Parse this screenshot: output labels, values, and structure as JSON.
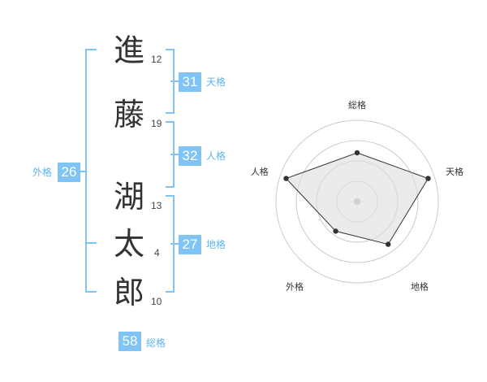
{
  "name": {
    "chars": [
      {
        "char": "進",
        "strokes": "12"
      },
      {
        "char": "藤",
        "strokes": "19"
      },
      {
        "char": "湖",
        "strokes": "13"
      },
      {
        "char": "太",
        "strokes": "4"
      },
      {
        "char": "郎",
        "strokes": "10"
      }
    ]
  },
  "kaku": {
    "tenkaku": {
      "value": "31",
      "label": "天格"
    },
    "jinkaku": {
      "value": "32",
      "label": "人格"
    },
    "chikaku": {
      "value": "27",
      "label": "地格"
    },
    "gaikaku": {
      "value": "26",
      "label": "外格"
    },
    "soukaku": {
      "value": "58",
      "label": "総格"
    }
  },
  "chart_data": {
    "type": "radar",
    "axes": [
      "総格",
      "天格",
      "地格",
      "外格",
      "人格"
    ],
    "values": [
      0.6,
      0.92,
      0.65,
      0.45,
      0.92
    ],
    "max": 1,
    "rings": 4,
    "colors": {
      "fill": "#dddddd",
      "stroke": "#333333",
      "ring": "#cccccc",
      "center": "#bbbbbb"
    }
  }
}
